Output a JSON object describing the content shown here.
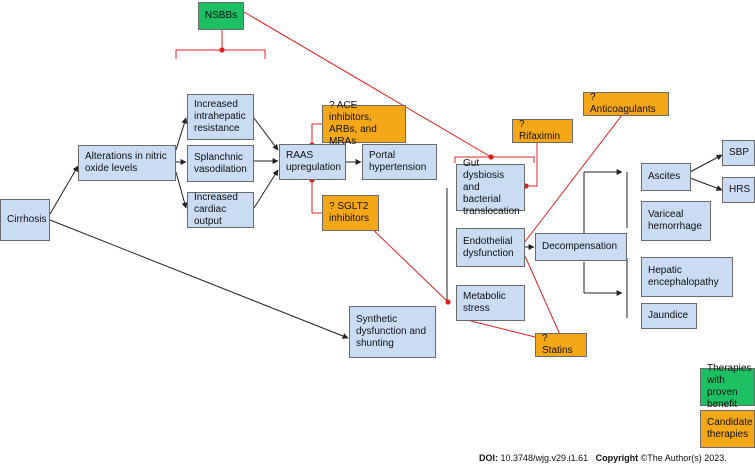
{
  "nodes": {
    "nsbbs": "NSBBs",
    "cirrhosis": "Cirrhosis",
    "nitric_oxide": "Alterations in nitric oxide levels",
    "intrahepatic": "Increased intrahepatic resistance",
    "splanchnic": "Splanchnic vasodilation",
    "cardiac_output": "Increased cardiac output",
    "raas": "RAAS upregulation",
    "portal_htn": "Portal hypertension",
    "ace": "? ACE inhibitors, ARBs, and MRAs",
    "sglt2": "? SGLT2 inhibitors",
    "rifaximin": "? Rifaximin",
    "anticoagulants": "? Anticoagulants",
    "gut": "Gut dysbiosis and bacterial translocation",
    "endothelial": "Endothelial dysfunction",
    "metabolic": "Metabolic stress",
    "statins": "? Statins",
    "synthetic": "Synthetic dysfunction and shunting",
    "decompensation": "Decompensation",
    "ascites": "Ascites",
    "sbp": "SBP",
    "hrs": "HRS",
    "variceal": "Variceal hemorrhage",
    "hepatic_enc": "Hepatic encephalopathy",
    "jaundice": "Jaundice"
  },
  "legend": {
    "proven": "Therapies with proven benefit",
    "candidate": "Candidate therapies"
  },
  "colors": {
    "proven": "#1dbf63",
    "candidate": "#f5a817",
    "node": "#c9dcf2",
    "inhibit": "#e02020"
  },
  "footer": {
    "doi_label": "DOI:",
    "doi_value": "10.3748/wjg.v29.i1.61",
    "copyright_label": "Copyright",
    "copyright_value": "©The Author(s) 2023."
  }
}
